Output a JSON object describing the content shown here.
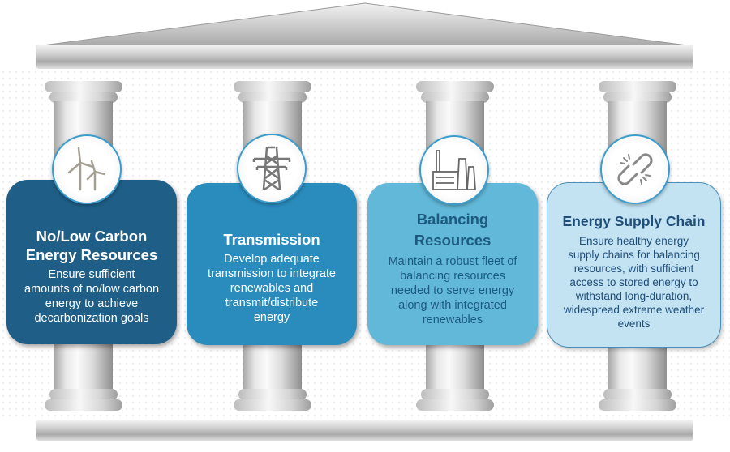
{
  "pillars": [
    {
      "title": [
        "No/Low Carbon",
        "Energy Resources"
      ],
      "description": [
        "Ensure sufficient",
        "amounts of no/low carbon",
        "energy to achieve",
        "decarbonization goals"
      ],
      "icon": "wind-turbine-icon",
      "color": "#1f5f87"
    },
    {
      "title": [
        "Transmission"
      ],
      "description": [
        "Develop adequate",
        "transmission to integrate",
        "renewables and",
        "transmit/distribute",
        "energy"
      ],
      "icon": "transmission-tower-icon",
      "color": "#2a8cbd"
    },
    {
      "title": [
        "Balancing",
        "Resources"
      ],
      "description": [
        "Maintain a robust fleet of",
        "balancing resources",
        "needed to serve energy",
        "along with integrated",
        "renewables"
      ],
      "icon": "power-plant-icon",
      "color": "#62b8d8"
    },
    {
      "title": [
        "Energy Supply Chain"
      ],
      "description": [
        "Ensure healthy energy",
        "supply chains for balancing",
        "resources, with sufficient",
        "access to stored energy to",
        "withstand long-duration,",
        "widespread extreme weather",
        "events"
      ],
      "icon": "broken-chain-icon",
      "color": "#c3e3f3"
    }
  ]
}
